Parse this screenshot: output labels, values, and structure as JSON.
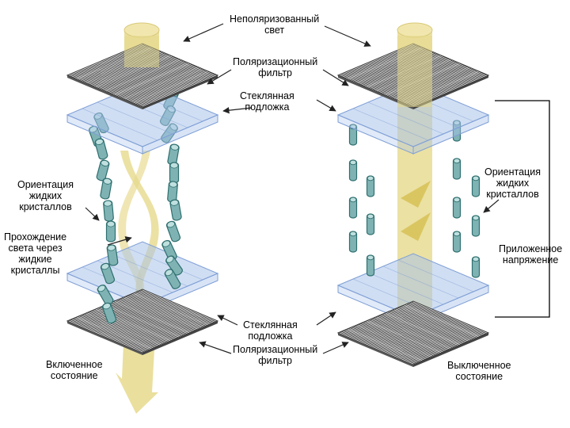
{
  "labels": {
    "unpolarized_light": [
      "Неполяризованный",
      "свет"
    ],
    "polarizer_top": [
      "Поляризационный",
      "фильтр"
    ],
    "glass_top": [
      "Стеклянная",
      "подложка"
    ],
    "orientation_left": [
      "Ориентация",
      "жидких",
      "кристаллов"
    ],
    "light_through": [
      "Прохождение",
      "света через",
      "жидкие",
      "кристаллы"
    ],
    "orientation_right": [
      "Ориентация",
      "жидких",
      "кристаллов"
    ],
    "applied_voltage": [
      "Приложенное",
      "напряжение"
    ],
    "glass_bottom": [
      "Стеклянная",
      "подложка"
    ],
    "polarizer_bottom": [
      "Поляризационный",
      "фильтр"
    ],
    "state_on": [
      "Включенное",
      "состояние"
    ],
    "state_off": [
      "Выключенное",
      "состояние"
    ]
  },
  "colors": {
    "light_beam": "#e6d98c",
    "filter_lines": "#333333",
    "glass": "#a9c3ea",
    "glass_edge": "#7f9fd6",
    "crystal_fill": "#7fb3b3",
    "crystal_edge": "#2f6f70",
    "arrow": "#222222",
    "wire": "#000000"
  }
}
